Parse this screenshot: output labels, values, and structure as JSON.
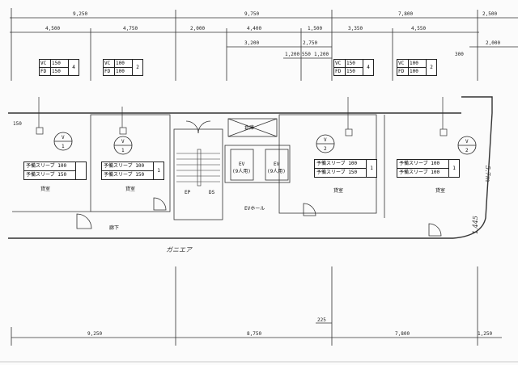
{
  "dimensions": {
    "top_row1": [
      "9,250",
      "9,750",
      "7,800",
      "2,500"
    ],
    "top_row2": [
      "4,500",
      "4,750",
      "2,000",
      "4,400",
      "1,500",
      "3,350",
      "4,550"
    ],
    "top_row3": [
      "3,200",
      "2,750",
      "2,000"
    ],
    "top_row4": [
      "1,200",
      "550",
      "1,200",
      "300"
    ],
    "bottom_row": [
      "9,250",
      "8,750",
      "7,800",
      "1,250"
    ],
    "bottom_small": "225",
    "side_small": "150"
  },
  "duct_tables": [
    {
      "vc_label": "VC",
      "vc": "150",
      "fd_label": "FD",
      "fd": "150",
      "count": "4"
    },
    {
      "vc_label": "VC",
      "vc": "100",
      "fd_label": "FD",
      "fd": "100",
      "count": "2"
    },
    {
      "vc_label": "VC",
      "vc": "150",
      "fd_label": "FD",
      "fd": "150",
      "count": "4"
    },
    {
      "vc_label": "VC",
      "vc": "100",
      "fd_label": "FD",
      "fd": "100",
      "count": "2"
    }
  ],
  "sleeve_tables": [
    {
      "row1": "予備スリーブ 100",
      "row2": "予備スリーブ 150",
      "count": ""
    },
    {
      "row1": "予備スリーブ 100",
      "row2": "予備スリーブ 150",
      "count": "1"
    },
    {
      "row1": "予備スリーブ 100",
      "row2": "予備スリーブ 150",
      "count": "1"
    },
    {
      "row1": "予備スリーブ 100",
      "row2": "予備スリーブ 100",
      "count": "1"
    }
  ],
  "vents": [
    {
      "top": "V",
      "bottom": "1"
    },
    {
      "top": "V",
      "bottom": "1"
    },
    {
      "top": "V",
      "bottom": "2"
    },
    {
      "top": "V",
      "bottom": "2"
    }
  ],
  "rooms": {
    "rental_1": "貸室",
    "rental_2": "貸室",
    "rental_3": "貸室",
    "rental_4": "貸室",
    "corridor": "廊下",
    "ev_hall": "EVホール",
    "storage": "倉庫",
    "ev1": "EV",
    "ev1_cap": "(9人用)",
    "ev2": "EV",
    "ev2_cap": "(9人用)",
    "ep": "EP",
    "ds": "DS"
  },
  "handwritten": [
    "5.7m",
    "1.445",
    "ガニエア"
  ]
}
